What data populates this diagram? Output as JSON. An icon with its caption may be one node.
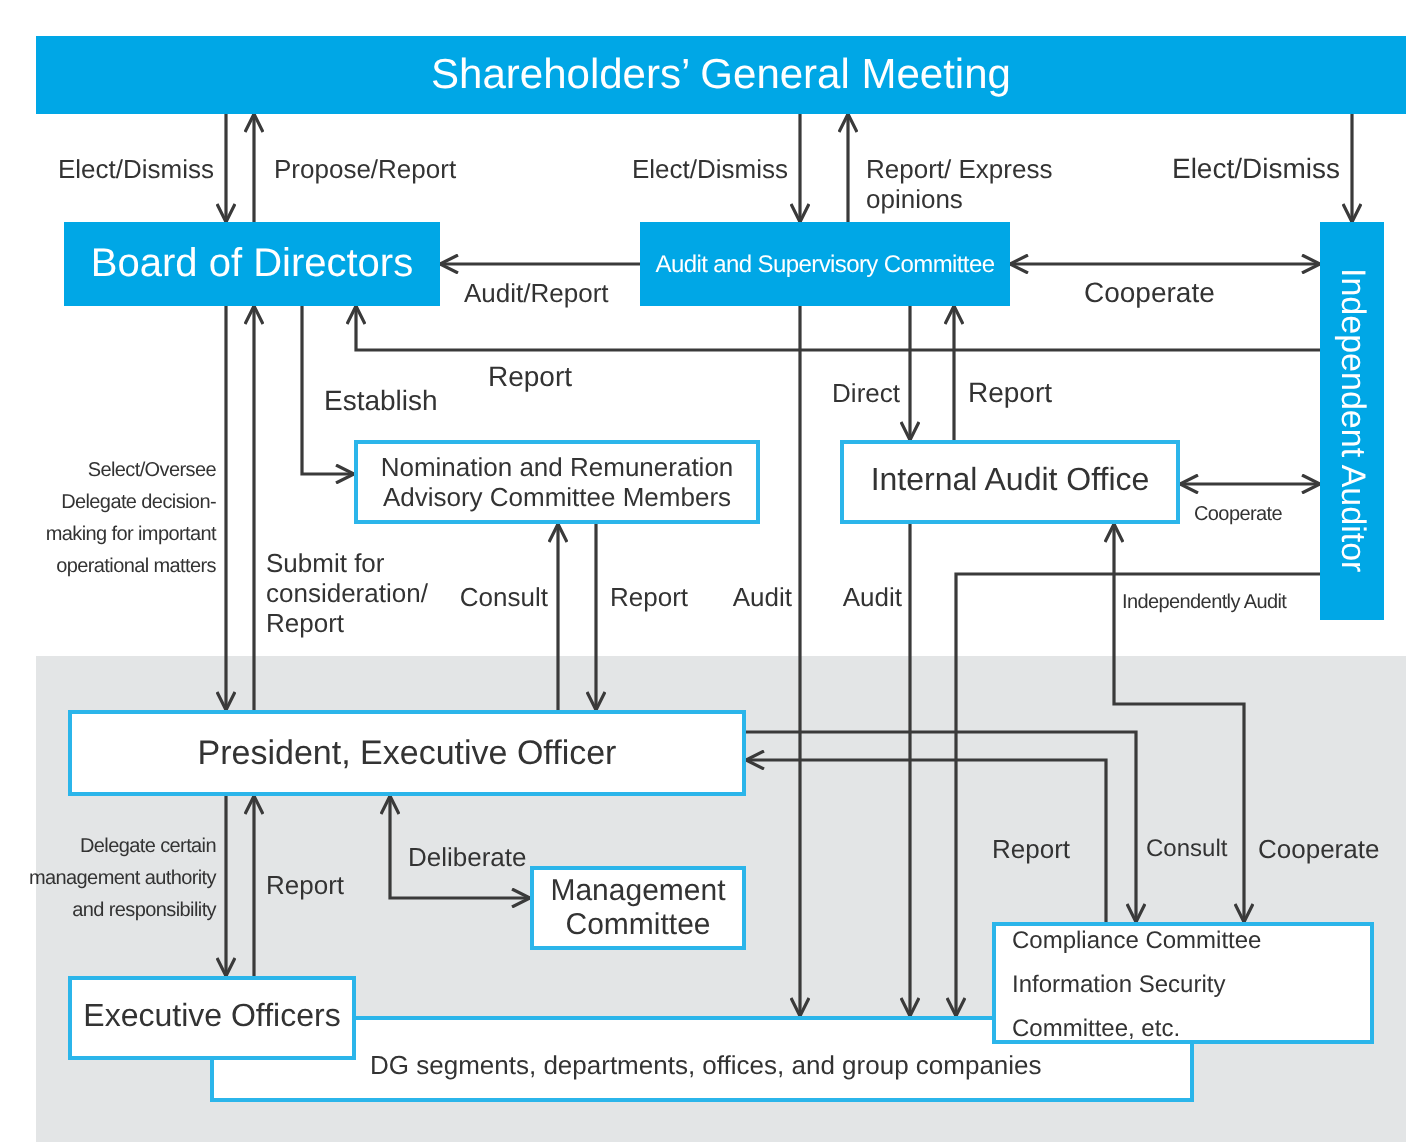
{
  "diagram": {
    "nodes": [
      {
        "text": [
          "Shareholders’ General Meeting"
        ]
      },
      {
        "text": [
          "Board of Directors"
        ]
      },
      {
        "text": [
          "Audit and Supervisory Committee"
        ]
      },
      {
        "text": [
          "Independent Auditor"
        ]
      },
      {
        "text": [
          "Nomination and Remuneration Advisory Committee Members"
        ]
      },
      {
        "text": [
          "Internal Audit Office"
        ]
      },
      {
        "text": [
          "President, Executive Officer"
        ]
      },
      {
        "text": [
          "Management Committee"
        ]
      },
      {
        "text": [
          "Executive Officers"
        ]
      },
      {
        "text": [
          "DG segments, departments, offices, and group companies"
        ]
      },
      {
        "text": [
          "Compliance Committee",
          "Information Security Committee, etc."
        ]
      }
    ],
    "edges": [
      {
        "from": 0,
        "to": 1,
        "arrow": "to",
        "label": "Elect/Dismiss"
      },
      {
        "from": 1,
        "to": 0,
        "arrow": "to",
        "label": "Propose/Report"
      },
      {
        "from": 0,
        "to": 2,
        "arrow": "to",
        "label": "Elect/Dismiss"
      },
      {
        "from": 2,
        "to": 0,
        "arrow": "to",
        "label": "Report/ Express opinions"
      },
      {
        "from": 0,
        "to": 3,
        "arrow": "to",
        "label": "Elect/Dismiss"
      },
      {
        "from": 2,
        "to": 1,
        "arrow": "to",
        "label": "Audit/Report"
      },
      {
        "from": 2,
        "to": 3,
        "arrow": "both",
        "label": "Cooperate"
      },
      {
        "from": 3,
        "to": 1,
        "arrow": "to",
        "label": "Report"
      },
      {
        "from": 1,
        "to": 4,
        "arrow": "to",
        "label": "Establish"
      },
      {
        "from": 2,
        "to": 5,
        "arrow": "to",
        "label": "Direct"
      },
      {
        "from": 5,
        "to": 2,
        "arrow": "to",
        "label": "Report"
      },
      {
        "from": 5,
        "to": 3,
        "arrow": "both",
        "label": "Cooperate"
      },
      {
        "from": 6,
        "to": 4,
        "arrow": "to",
        "label": "Consult"
      },
      {
        "from": 4,
        "to": 6,
        "arrow": "to",
        "label": "Report"
      },
      {
        "from": 1,
        "to": 6,
        "arrow": "to",
        "label": "Select/Oversee Delegate decision-making for important operational matters"
      },
      {
        "from": 6,
        "to": 1,
        "arrow": "to",
        "label": "Submit for consideration/ Report"
      },
      {
        "from": 2,
        "to": 9,
        "arrow": "to",
        "label": "Audit"
      },
      {
        "from": 5,
        "to": 9,
        "arrow": "to",
        "label": "Audit"
      },
      {
        "from": 3,
        "to": 9,
        "arrow": "to",
        "label": "Independently Audit"
      },
      {
        "from": 5,
        "to": 10,
        "arrow": "both",
        "label": "Cooperate"
      },
      {
        "from": 6,
        "to": 10,
        "arrow": "to",
        "label": "Consult"
      },
      {
        "from": 10,
        "to": 6,
        "arrow": "to",
        "label": "Report"
      },
      {
        "from": 6,
        "to": 8,
        "arrow": "to",
        "label": "Delegate certain management authority and responsibility"
      },
      {
        "from": 8,
        "to": 6,
        "arrow": "to",
        "label": "Report"
      },
      {
        "from": 6,
        "to": 7,
        "arrow": "both",
        "label": "Deliberate"
      }
    ]
  }
}
